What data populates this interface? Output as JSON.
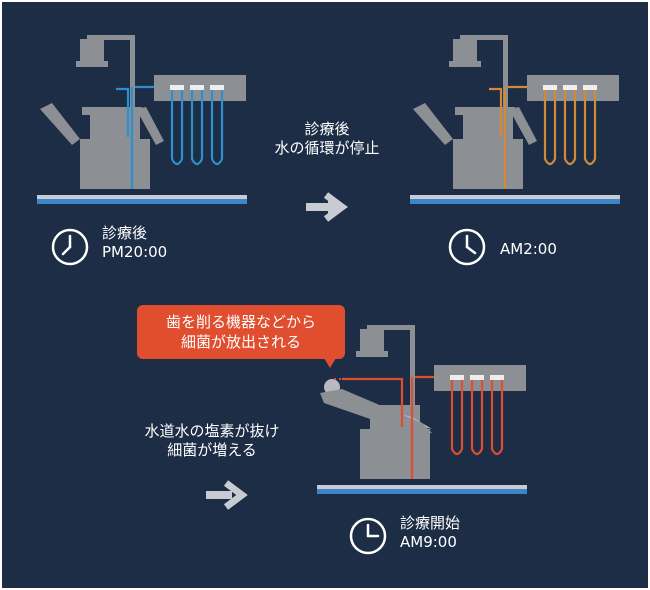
{
  "stages": [
    {
      "id": "evening",
      "clock_label_1": "診療後",
      "clock_label_2": "PM20:00",
      "water_color": "#2e8fcf"
    },
    {
      "id": "night",
      "clock_label_2": "AM2:00",
      "water_color": "#d08a3a"
    },
    {
      "id": "morning",
      "clock_label_1": "診療開始",
      "clock_label_2": "AM9:00",
      "water_color": "#e04e2f"
    }
  ],
  "transition_1": {
    "line_1": "診療後",
    "line_2": "水の循環が停止"
  },
  "transition_2": {
    "line_1": "水道水の塩素が抜け",
    "line_2": "細菌が増える"
  },
  "callout": {
    "line_1": "歯を削る機器などから",
    "line_2": "細菌が放出される"
  },
  "colors": {
    "background": "#1c2d45",
    "chair_gray": "#8c8f94",
    "floor_blue": "#3a86c8",
    "callout_bg": "#e04e2f",
    "text": "#ffffff"
  },
  "icons": [
    "clock-icon",
    "arrow-right-icon",
    "dental-chair-icon"
  ]
}
